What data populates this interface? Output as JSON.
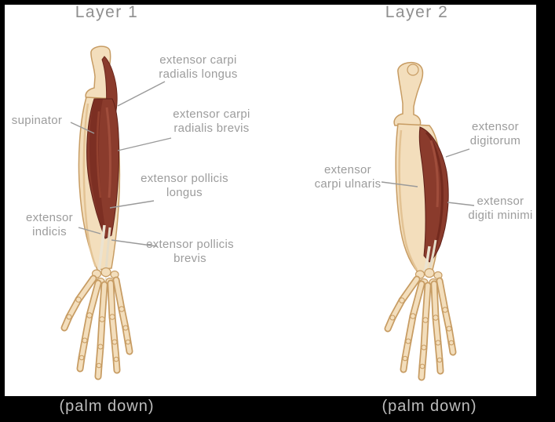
{
  "colors": {
    "background": "#000000",
    "panel": "#ffffff",
    "label_text": "#9c9c9c",
    "title_text": "#8f8f8f",
    "caption_text": "#bdbdbd",
    "bone_fill": "#f3debc",
    "bone_outline": "#c79c63",
    "muscle_fill": "#8a3b2c",
    "muscle_dark": "#5f2018",
    "muscle_highlight": "#a55240",
    "tendon": "#ebe3d1"
  },
  "figures": [
    {
      "id": "layer1",
      "title": "Layer 1",
      "caption": "(palm down)",
      "labels": [
        {
          "id": "extensor-carpi-radialis-longus",
          "text": "extensor carpi radialis longus"
        },
        {
          "id": "supinator",
          "text": "supinator"
        },
        {
          "id": "extensor-carpi-radialis-brevis",
          "text": "extensor carpi radialis brevis"
        },
        {
          "id": "extensor-pollicis-longus",
          "text": "extensor pollicis longus"
        },
        {
          "id": "extensor-indicis",
          "text": "extensor indicis"
        },
        {
          "id": "extensor-pollicis-brevis",
          "text": "extensor pollicis brevis"
        }
      ]
    },
    {
      "id": "layer2",
      "title": "Layer 2",
      "caption": "(palm down)",
      "labels": [
        {
          "id": "extensor-digitorum",
          "text": "extensor digitorum"
        },
        {
          "id": "extensor-carpi-ulnaris",
          "text": "extensor carpi ulnaris"
        },
        {
          "id": "extensor-digiti-minimi",
          "text": "extensor digiti minimi"
        }
      ]
    }
  ]
}
